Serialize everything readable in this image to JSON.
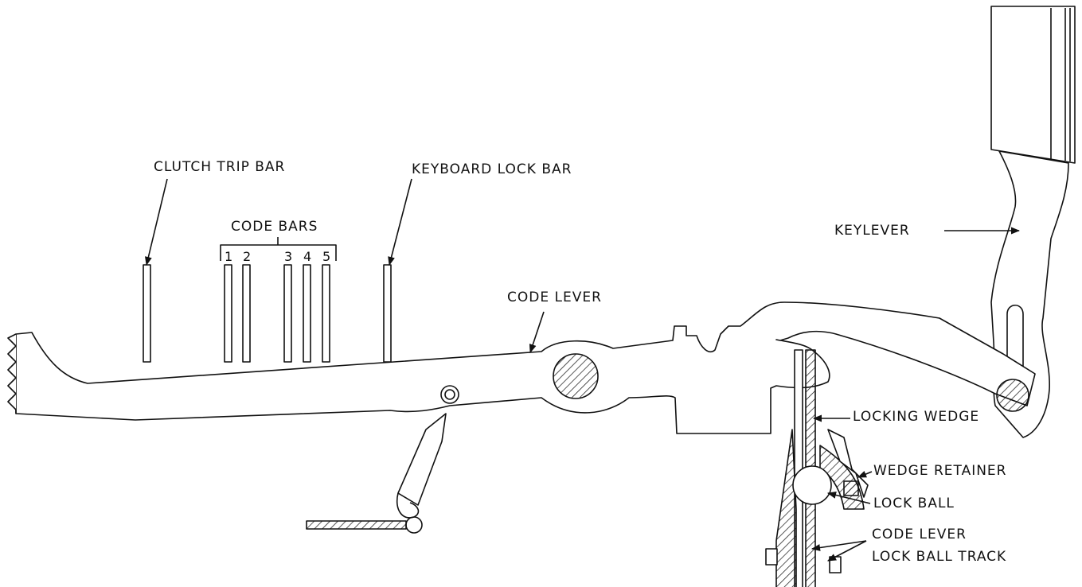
{
  "labels": {
    "clutch_trip_bar": "CLUTCH TRIP BAR",
    "keyboard_lock_bar": "KEYBOARD LOCK BAR",
    "code_bars": "CODE BARS",
    "code_bar_numbers": [
      "1",
      "2",
      "3",
      "4",
      "5"
    ],
    "code_lever_top": "CODE LEVER",
    "keylever": "KEYLEVER",
    "locking_wedge": "LOCKING WEDGE",
    "wedge_retainer": "WEDGE RETAINER",
    "lock_ball": "LOCK BALL",
    "code_lever_track_line1": "CODE LEVER",
    "code_lever_track_line2": "LOCK BALL TRACK"
  },
  "colors": {
    "ink": "#111111",
    "paper": "#ffffff"
  }
}
